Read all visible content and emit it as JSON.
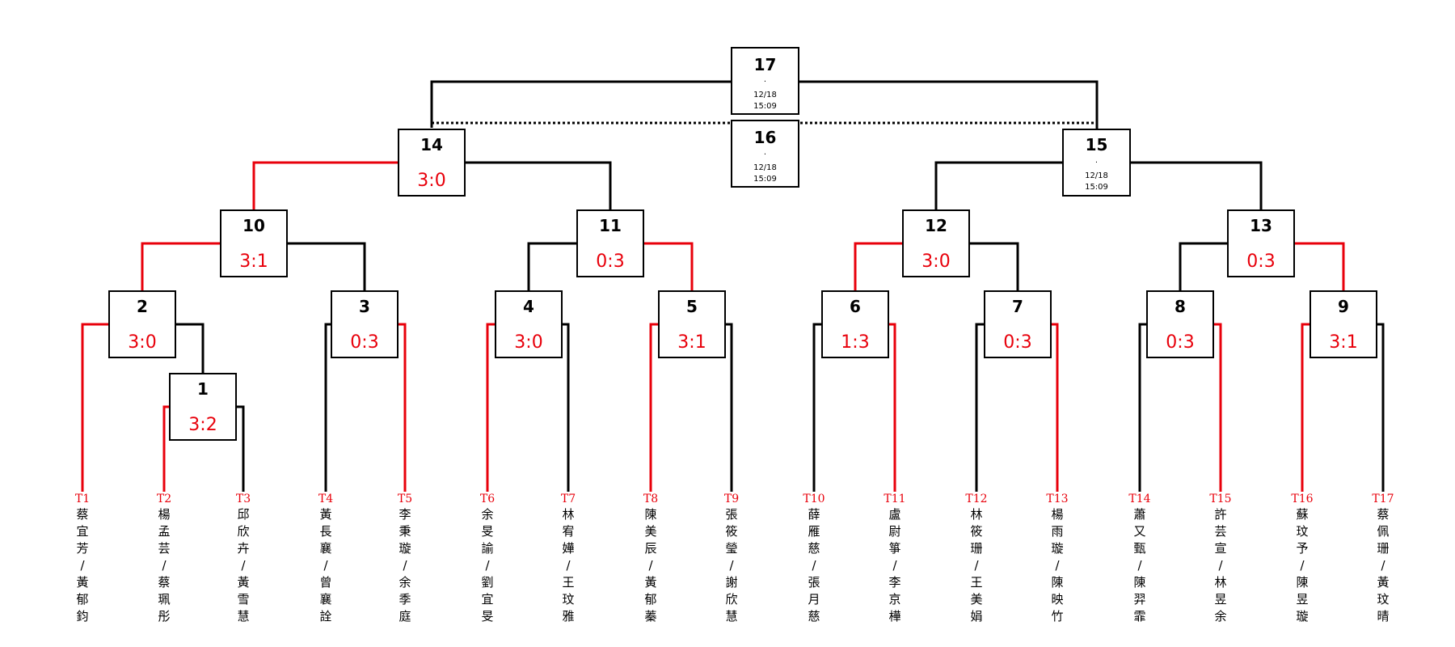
{
  "colors": {
    "win": "#e8000b",
    "line": "#000000",
    "box_border": "#000000",
    "box_fill": "#ffffff"
  },
  "matches": [
    {
      "id": "1",
      "label": "1",
      "score": "3:2"
    },
    {
      "id": "2",
      "label": "2",
      "score": "3:0"
    },
    {
      "id": "3",
      "label": "3",
      "score": "0:3"
    },
    {
      "id": "4",
      "label": "4",
      "score": "3:0"
    },
    {
      "id": "5",
      "label": "5",
      "score": "3:1"
    },
    {
      "id": "6",
      "label": "6",
      "score": "1:3"
    },
    {
      "id": "7",
      "label": "7",
      "score": "0:3"
    },
    {
      "id": "8",
      "label": "8",
      "score": "0:3"
    },
    {
      "id": "9",
      "label": "9",
      "score": "3:1"
    },
    {
      "id": "10",
      "label": "10",
      "score": "3:1"
    },
    {
      "id": "11",
      "label": "11",
      "score": "0:3"
    },
    {
      "id": "12",
      "label": "12",
      "score": "3:0"
    },
    {
      "id": "13",
      "label": "13",
      "score": "0:3"
    },
    {
      "id": "14",
      "label": "14",
      "score": "3:0"
    },
    {
      "id": "15",
      "label": "15",
      "dot": "·",
      "date": "12/18",
      "time": "15:09"
    },
    {
      "id": "16",
      "label": "16",
      "dot": "·",
      "date": "12/18",
      "time": "15:09"
    },
    {
      "id": "17",
      "label": "17",
      "dot": "·",
      "date": "12/18",
      "time": "15:09"
    }
  ],
  "teams": [
    {
      "tag": "T1",
      "names": "蔡宜芳/黃郁鈞"
    },
    {
      "tag": "T2",
      "names": "楊孟芸/蔡珮彤"
    },
    {
      "tag": "T3",
      "names": "邱欣卉/黃雪慧"
    },
    {
      "tag": "T4",
      "names": "黃長襄/曾襄詮"
    },
    {
      "tag": "T5",
      "names": "李秉璇/余季庭"
    },
    {
      "tag": "T6",
      "names": "余旻諭/劉宜旻"
    },
    {
      "tag": "T7",
      "names": "林宥嬅/王玟雅"
    },
    {
      "tag": "T8",
      "names": "陳美辰/黃郁蓁"
    },
    {
      "tag": "T9",
      "names": "張筱瑩/謝欣慧"
    },
    {
      "tag": "T10",
      "names": "薛雁慈/張月慈"
    },
    {
      "tag": "T11",
      "names": "盧尉箏/李京樺"
    },
    {
      "tag": "T12",
      "names": "林筱珊/王美娟"
    },
    {
      "tag": "T13",
      "names": "楊雨璇/陳映竹"
    },
    {
      "tag": "T14",
      "names": "蕭又甄/陳羿霏"
    },
    {
      "tag": "T15",
      "names": "許芸宣/林昱余"
    },
    {
      "tag": "T16",
      "names": "蘇玟予/陳昱璇"
    },
    {
      "tag": "T17",
      "names": "蔡佩珊/黃玟晴"
    }
  ]
}
